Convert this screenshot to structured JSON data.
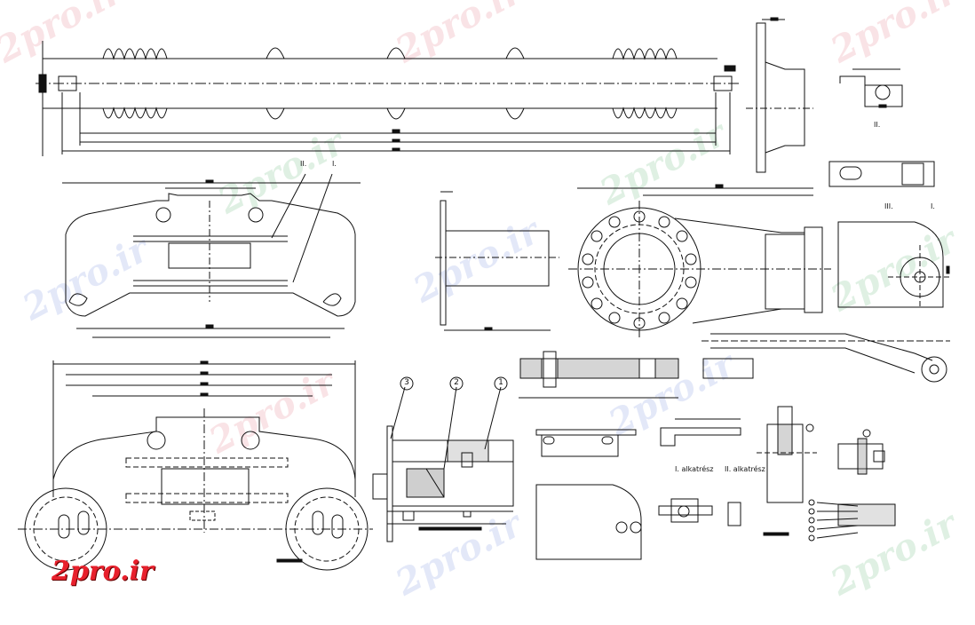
{
  "watermark": {
    "text": "2pro.ir",
    "colors": [
      "#e05a68",
      "#3fa75a",
      "#5a78d8"
    ]
  },
  "logo": {
    "text": "2pro.ir",
    "color": "#e8202c"
  },
  "drawing": {
    "line_color": "#111111",
    "section_labels": {
      "roman_ii": "II.",
      "roman_i": "I.",
      "roman_iii": "III.",
      "roman_i_b": "I."
    },
    "detail_labels": {
      "alkatresz_1": "I. alkatrész",
      "alkatresz_2": "II. alkatrész"
    },
    "balloons": [
      "3",
      "2",
      "1"
    ]
  }
}
